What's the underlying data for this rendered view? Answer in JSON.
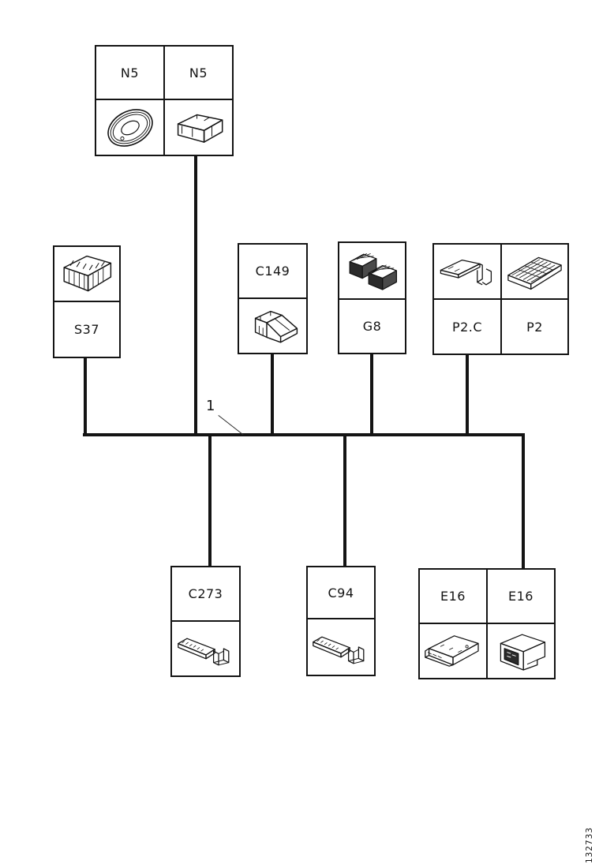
{
  "colors": {
    "ink": "#141414",
    "background": "#ffffff"
  },
  "callout": {
    "label": "1"
  },
  "figure_code": "132733",
  "components": {
    "n5_left": {
      "label": "N5"
    },
    "n5_right": {
      "label": "N5"
    },
    "s37": {
      "label": "S37"
    },
    "c149": {
      "label": "C149"
    },
    "g8": {
      "label": "G8"
    },
    "p2c": {
      "label": "P2.C"
    },
    "p2": {
      "label": "P2"
    },
    "c273": {
      "label": "C273"
    },
    "c94": {
      "label": "C94"
    },
    "e16_left": {
      "label": "E16"
    },
    "e16_right": {
      "label": "E16"
    }
  },
  "images": {
    "n5_left": "oval-speaker-line-drawing",
    "n5_right": "module-box-line-drawing",
    "s37": "multi-pin-connector-block-line-drawing",
    "c149": "lever-connector-line-drawing",
    "g8": "dual-dark-connectors-line-drawing",
    "p2c": "bracket-connector-line-drawing",
    "p2": "flat-pin-field-connector-line-drawing",
    "c273": "wire-terminal-line-drawing",
    "c94": "wire-terminal-line-drawing",
    "e16_left": "flat-unit-line-drawing",
    "e16_right": "socket-unit-line-drawing"
  }
}
